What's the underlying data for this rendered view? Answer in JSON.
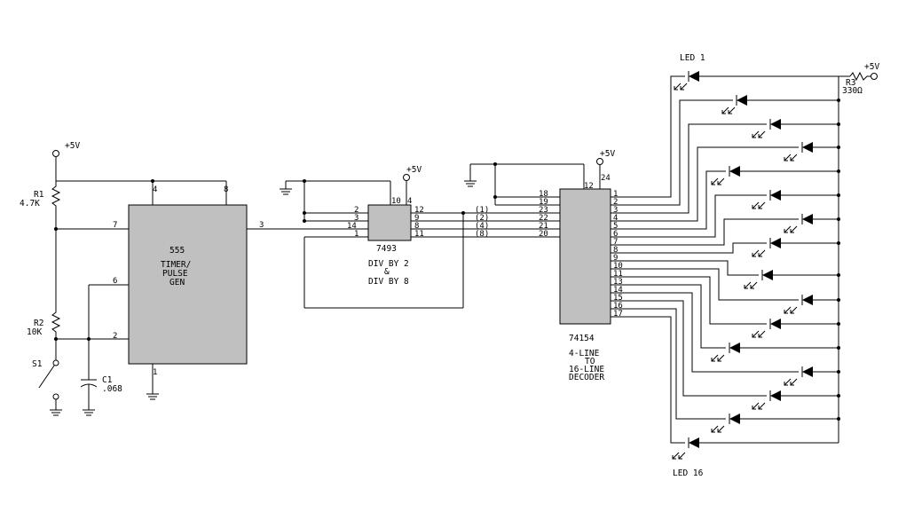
{
  "supply": "+5V",
  "ic555": {
    "name": "555",
    "line1": "TIMER/",
    "line2": "PULSE",
    "line3": "GEN",
    "pins": [
      "4",
      "8",
      "7",
      "6",
      "2",
      "3",
      "1"
    ]
  },
  "r1": {
    "name": "R1",
    "value": "4.7K"
  },
  "r2": {
    "name": "R2",
    "value": "10K"
  },
  "r3": {
    "name": "R3",
    "value": "330Ω"
  },
  "s1": {
    "name": "S1"
  },
  "c1": {
    "name": "C1",
    "value": ".068"
  },
  "ic7493": {
    "name": "7493",
    "desc1": "DIV BY 2",
    "desc2": "&",
    "desc3": "DIV BY 8",
    "pins": [
      "2",
      "3",
      "14",
      "1",
      "10",
      "4",
      "12",
      "9",
      "8",
      "11"
    ]
  },
  "weights": [
    "(1)",
    "(2)",
    "(4)",
    "(8)"
  ],
  "ic74154": {
    "name": "74154",
    "desc1": "4-LINE",
    "desc2": "TO",
    "desc3": "16-LINE",
    "desc4": "DECODER",
    "left_pins": [
      "18",
      "19",
      "23",
      "22",
      "21",
      "20"
    ],
    "top_pins": [
      "12",
      "24"
    ],
    "out_pins": [
      "1",
      "2",
      "3",
      "4",
      "5",
      "6",
      "7",
      "8",
      "9",
      "10",
      "11",
      "13",
      "14",
      "15",
      "16",
      "17"
    ]
  },
  "leds": {
    "first": "LED 1",
    "last": "LED 16"
  }
}
